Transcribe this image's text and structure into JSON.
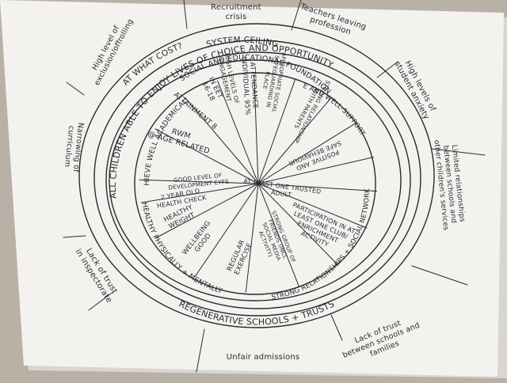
{
  "colors": {
    "paper": "#f3f2ef",
    "paper_shadow": "#d9d6d0",
    "background": "#b9b1a6",
    "ink": "#2a2a2e"
  },
  "outer_issues": [
    {
      "id": "recruitment",
      "lines": [
        "Recruitment",
        "crisis"
      ]
    },
    {
      "id": "teachers-leaving",
      "lines": [
        "Teachers leaving",
        "profession"
      ]
    },
    {
      "id": "high-levels-anxiety",
      "lines": [
        "High levels of",
        "student anxiety"
      ]
    },
    {
      "id": "limited-relationships",
      "lines": [
        "Limited relationships",
        "between schools and",
        "other children's services"
      ]
    },
    {
      "id": "lack-trust-families",
      "lines": [
        "Lack of trust",
        "between schools and",
        "families"
      ]
    },
    {
      "id": "unfair-admissions",
      "lines": [
        "Unfair admissions"
      ]
    },
    {
      "id": "lack-trust-inspectorate",
      "lines": [
        "Lack of trust",
        "in inspectorate"
      ]
    },
    {
      "id": "narrowing-curriculum",
      "lines": [
        "Narrowing of",
        "curriculum"
      ]
    },
    {
      "id": "exclusion",
      "lines": [
        "High level of",
        "exclusion/offrolling"
      ]
    }
  ],
  "rings": {
    "system_ceiling": "SYSTEM CEILING",
    "at_what_cost": "AT WHAT COST?",
    "vision": "ALL CHILDREN ABLE TO ENJOY LIVES OF CHOICE AND OPPORTUNITY",
    "regenerative": "REGENERATIVE SCHOOLS + TRUSTS",
    "foundation": "SOCIAL AND EDUCATIONAL FOUNDATION"
  },
  "quadrants": {
    "achieve": "ACHIEVE WELL ACADEMICALLY",
    "safe": "SAFE AND WELL-SUPPORTED",
    "healthy": "HEALTHY PHYSICALLY + MENTALLY",
    "relationships": "STRONG RELATIONSHIPS + SOCIAL NETWORK"
  },
  "segments": [
    {
      "id": "good-level-development",
      "lines": [
        "GOOD LEVEL OF",
        "DEVELOPMENT EYFS"
      ]
    },
    {
      "id": "rwm-age-related",
      "lines": [
        "RWM",
        "@ AGE RELATED"
      ]
    },
    {
      "id": "attainment8",
      "lines": [
        "ATTAINMENT 8"
      ]
    },
    {
      "id": "in-eet",
      "lines": [
        "IN EET",
        "16-18"
      ]
    },
    {
      "id": "high-levels-engagement",
      "lines": [
        "HIGH LEVELS OF",
        "ENGAGEMENT"
      ]
    },
    {
      "id": "attendance",
      "lines": [
        "ATTENDANCE",
        "INDIVIDUAL 95%"
      ]
    },
    {
      "id": "safeguarding",
      "lines": [
        "APPROPRIATE SOCIAL",
        "SAFEGUARDING IN",
        "PLACE"
      ]
    },
    {
      "id": "strong-rel-parents",
      "lines": [
        "STRONG RELATIONSHIP",
        "WITH PARENTS"
      ]
    },
    {
      "id": "positive-behaviour",
      "lines": [
        "POSITIVE AND",
        "SAFE BEHAVIOUR"
      ]
    },
    {
      "id": "trusted-adult",
      "lines": [
        "AT LEAST ONE TRUSTED",
        "ADULT"
      ]
    },
    {
      "id": "participation",
      "lines": [
        "PARTICIPATION IN AT",
        "LEAST ONE CLUB/",
        "ENRICHMENT",
        "ACTIVITY"
      ]
    },
    {
      "id": "friendship-group",
      "lines": [
        "STRONG GROUP OF",
        "FRIENDS (INCL",
        "SOCIAL MEDIA",
        "ACTIVITY)"
      ]
    },
    {
      "id": "regular-exercise",
      "lines": [
        "REGULAR",
        "EXERCISE"
      ]
    },
    {
      "id": "wellbeing-good",
      "lines": [
        "WELLBEING",
        "GOOD"
      ]
    },
    {
      "id": "healthy-weight",
      "lines": [
        "HEALTHY",
        "WEIGHT"
      ]
    },
    {
      "id": "two-year-check",
      "lines": [
        "2 YEAR OLD",
        "HEALTH CHECK"
      ]
    }
  ]
}
